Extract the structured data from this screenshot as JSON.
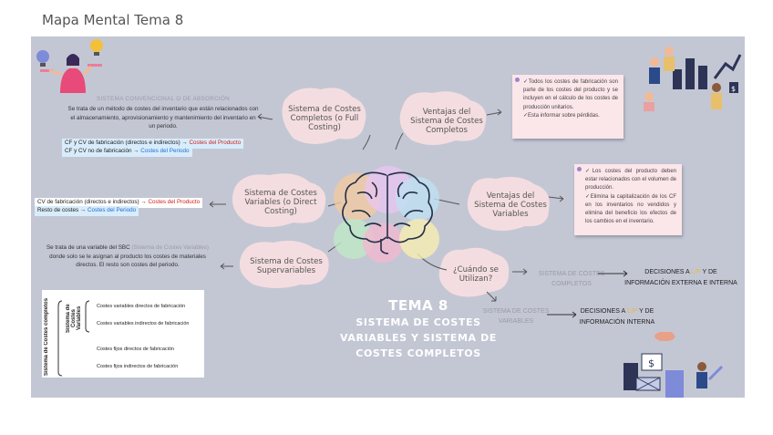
{
  "document_title": "Mapa Mental Tema 8",
  "center_title": {
    "line1": "TEMA 8",
    "line2": "SISTEMA DE COSTES",
    "line3": "VARIABLES Y SISTEMA DE",
    "line4": "COSTES COMPLETOS"
  },
  "bubbles": {
    "full_costing": "Sistema de Costes Completos (o Full Costing)",
    "direct_costing": "Sistema de Costes Variables (o Direct Costing)",
    "supervariables": "Sistema de Costes Supervariables",
    "ventajas_completos": "Ventajas del Sistema de Costes Completos",
    "ventajas_variables": "Ventajas del Sistema de Costes Variables",
    "cuando": "¿Cuándo se Utilizan?"
  },
  "full_costing_detail": {
    "heading": "SISTEMA CONVENCIONAL O DE ABSORCIÓN",
    "body": "Se trata de un método de costes del inventario que están relacionados con el almacenamiento, aprovisionamiento y mantenimiento del inventario en un periodo.",
    "line1_prefix": "CF y CV de fabricación (directos e indirectos) →",
    "line1_target": "Costes del Producto",
    "line2_prefix": "CF y CV no de fabricación →",
    "line2_target": "Costes del Periodo"
  },
  "direct_costing_detail": {
    "line1_prefix": "CV de fabricación (directos e indirectos) →",
    "line1_target": "Costes del Producto",
    "line2_prefix": "Resto de costes →",
    "line2_target": "Costes del Periodo"
  },
  "supervariables_detail": {
    "part1": "Se trata de una variable del SBC",
    "part2": "(Sistema de Costes Variables)",
    "part3": "donde solo se le asignan al producto los costes de materiales directos. El resto son costes del periodo."
  },
  "ventajas_completos_note": {
    "item1": "Todos los costes de fabricación son parte de los costes del producto y se incluyen en el cálculo de los costes de producción unitarios.",
    "item2": "Esta informar sobre pérdidas."
  },
  "ventajas_variables_note": {
    "item1": "Los costes del producto deben estar relacionados con el volumen de producción.",
    "item2": "Elimina la capitalización de los CF en los inventarios no vendidos y elimina del beneficio los efectos de los cambios en el inventario."
  },
  "cuando": {
    "completos_label": "SISTEMA DE COSTES COMPLETOS",
    "completos_decision_pre": "DECISIONES A",
    "completos_decision_hl": "L/P",
    "completos_decision_post": "Y DE INFORMACIÓN EXTERNA E INTERNA",
    "variables_label": "SISTEMA DE COSTES VARIABLES",
    "variables_decision_pre": "DECISIONES A",
    "variables_decision_hl": "C/P",
    "variables_decision_post": "Y DE INFORMACIÓN INTERNA"
  },
  "tree": {
    "root": "Sistema de Costes completos",
    "sub": "Sistema de Costes Variables",
    "leaves": [
      "Costes variables directos de fabricación",
      "Costes variables indirectos de fabricación",
      "Costes fijos directos de fabricación",
      "Costes fijos indirectos de fabricación"
    ]
  },
  "colors": {
    "board": "#c3c7d4",
    "bubble": "#f4dde0",
    "note": "#fbe6ea",
    "title_text": "#ffffff",
    "red": "#d0201a",
    "blue": "#1f6fd1",
    "highlight": "#e9b84a"
  },
  "icons": [
    "person-lightbulb-illustration",
    "brain-icon",
    "arrow-icon",
    "business-people-chart-illustration",
    "dollar-bag-illustration",
    "person-money-illustration"
  ]
}
